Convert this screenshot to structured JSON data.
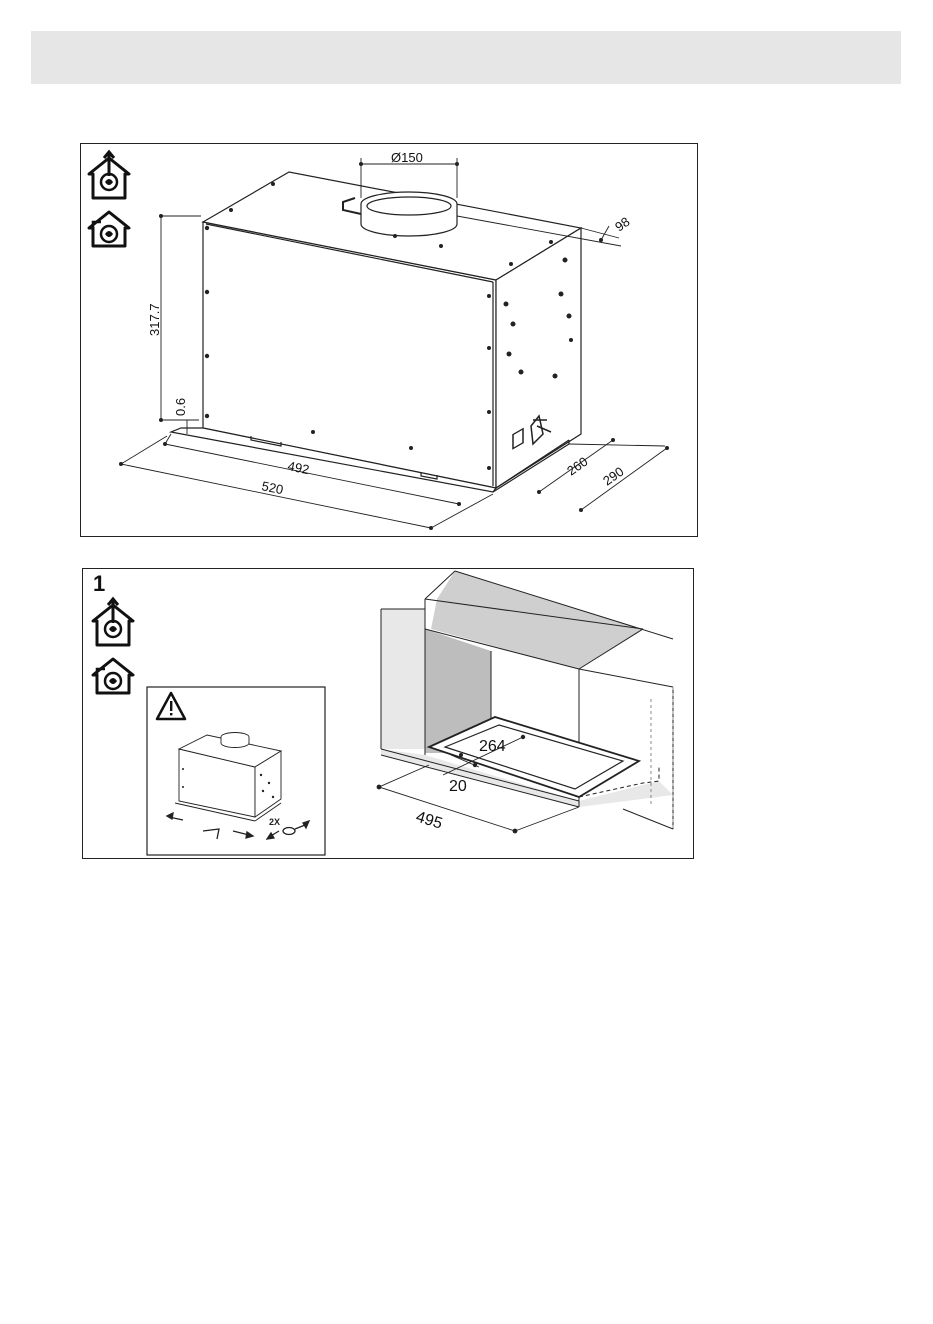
{
  "colors": {
    "header_bar": "#e6e6e6",
    "line": "#222222",
    "cabinet_shade": "#cfcfcf",
    "cabinet_light": "#e8e8e8"
  },
  "figure1": {
    "icons": [
      "ducted-mode-icon",
      "recirculation-mode-icon"
    ],
    "dimensions": {
      "duct_diameter": "Ø150",
      "height": "317.7",
      "flange": "0.6",
      "inner_width": "492",
      "outer_width": "520",
      "depth_inner": "260",
      "depth_outer": "290",
      "collar_offset": "98"
    }
  },
  "figure2": {
    "step_number": "1",
    "icons": [
      "ducted-mode-icon",
      "recirculation-mode-icon",
      "warning-icon"
    ],
    "dimensions": {
      "cutout_depth": "264",
      "margin": "20",
      "cutout_width": "495"
    }
  }
}
